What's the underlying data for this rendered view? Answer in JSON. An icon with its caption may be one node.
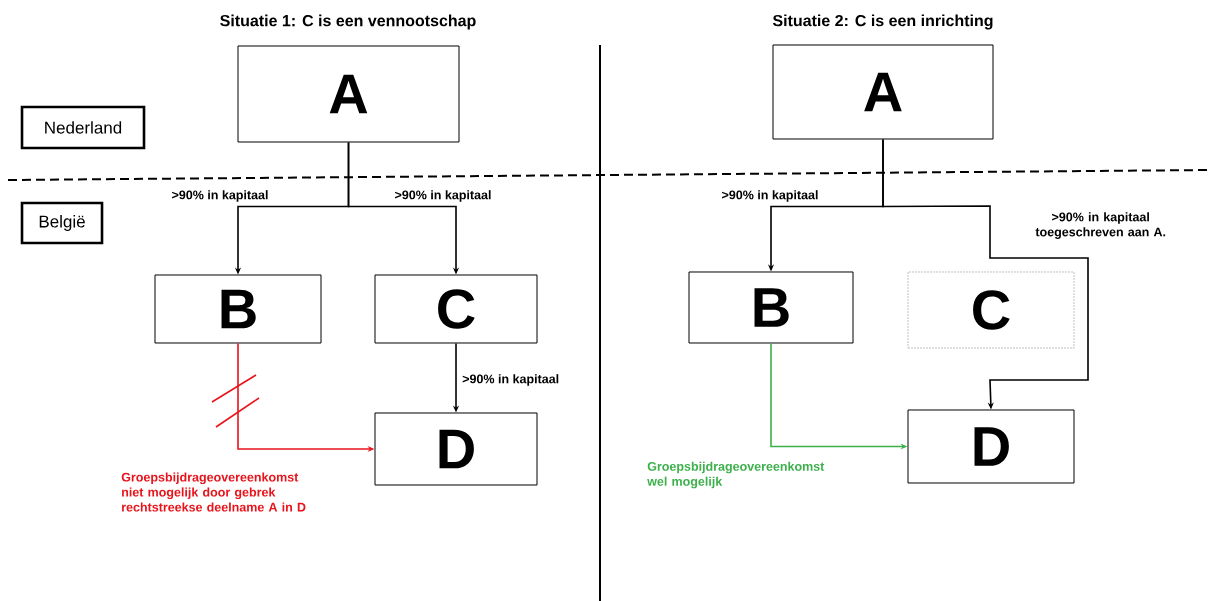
{
  "diagram": {
    "nodes": [
      {
        "text": [
          "Nederland"
        ]
      },
      {
        "text": [
          "België"
        ]
      },
      {
        "text": [
          "A"
        ]
      },
      {
        "text": [
          "B"
        ]
      },
      {
        "text": [
          "C"
        ]
      },
      {
        "text": [
          "D"
        ]
      },
      {
        "text": [
          "A"
        ]
      },
      {
        "text": [
          "B"
        ]
      },
      {
        "text": [
          "C"
        ]
      },
      {
        "text": [
          "D"
        ]
      }
    ],
    "edges": [
      {
        "from": 2,
        "to": 3,
        "arrow": "to",
        "label": ">90% in kapitaal"
      },
      {
        "from": 2,
        "to": 4,
        "arrow": "to",
        "label": ">90% in kapitaal"
      },
      {
        "from": 4,
        "to": 5,
        "arrow": "to",
        "label": ">90% in kapitaal"
      },
      {
        "from": 3,
        "to": 5,
        "arrow": "to",
        "label": "Groepsbijdrageovereenkomst niet mogelijk door gebrek rechtstreekse deelname A in D",
        "color": "#e8141c"
      },
      {
        "from": 6,
        "to": 7,
        "arrow": "to",
        "label": ">90% in kapitaal"
      },
      {
        "from": 6,
        "to": 9,
        "arrow": "to",
        "label": ">90% in kapitaal toegeschreven aan A."
      },
      {
        "from": 7,
        "to": 9,
        "arrow": "to",
        "label": "Groepsbijdrageovereenkomst wel mogelijk",
        "color": "#3cb04a"
      }
    ],
    "labels": [
      "Situatie 1: C is een vennootschap",
      "Situatie 2: C is een inrichting"
    ]
  }
}
